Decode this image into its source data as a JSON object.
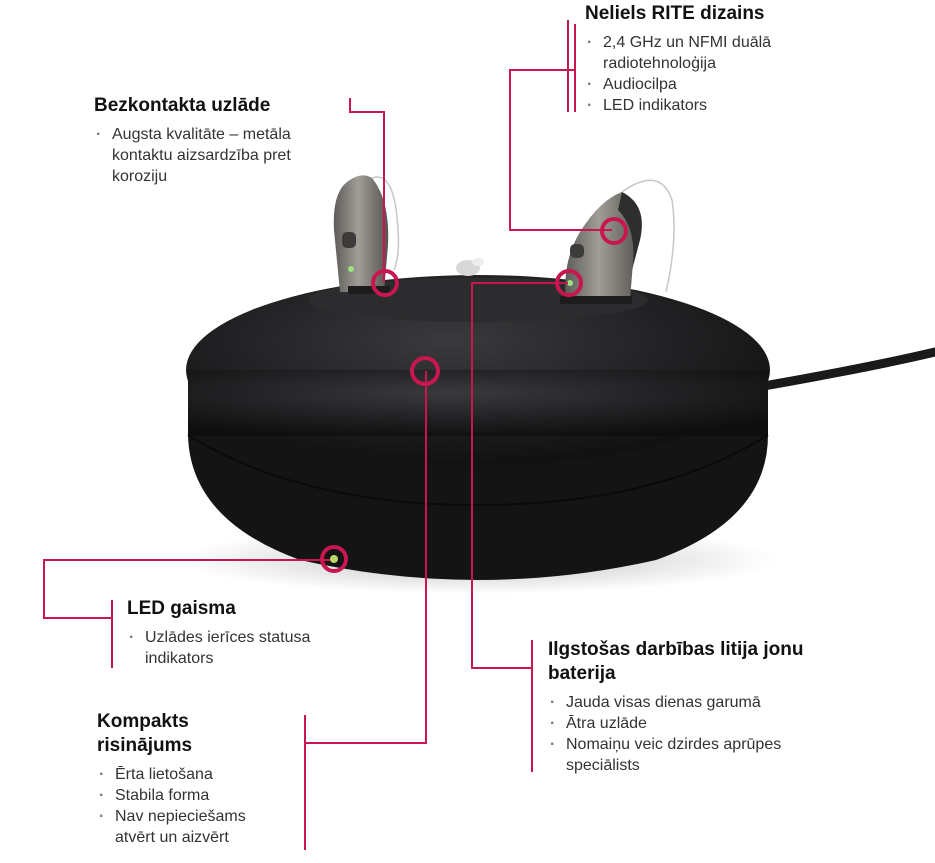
{
  "colors": {
    "accent": "#c8174f",
    "charger": "#1c1c1e",
    "device": "#7a7873"
  },
  "callouts": {
    "contactless": {
      "title": "Bezkontakta uzlāde",
      "items": [
        "Augsta kvalitāte – metāla kontaktu aizsardzība pret koroziju"
      ]
    },
    "rite": {
      "title": "Neliels RITE dizains",
      "items": [
        "2,4 GHz un NFMI duālā radiotehnoloģija",
        "Audiocilpa",
        "LED indikators"
      ]
    },
    "led": {
      "title": "LED gaisma",
      "items": [
        "Uzlādes ierīces statusa indikators"
      ]
    },
    "battery": {
      "title": "Ilgstošas darbības litija jonu baterija",
      "items": [
        "Jauda visas dienas garumā",
        "Ātra uzlāde",
        "Nomaiņu veic dzirdes aprūpes speciālists"
      ]
    },
    "compact": {
      "title": "Kompakts risinājums",
      "items": [
        "Ērta lietošana",
        "Stabila forma",
        "Nav nepieciešams atvērt un aizvērt"
      ]
    }
  }
}
